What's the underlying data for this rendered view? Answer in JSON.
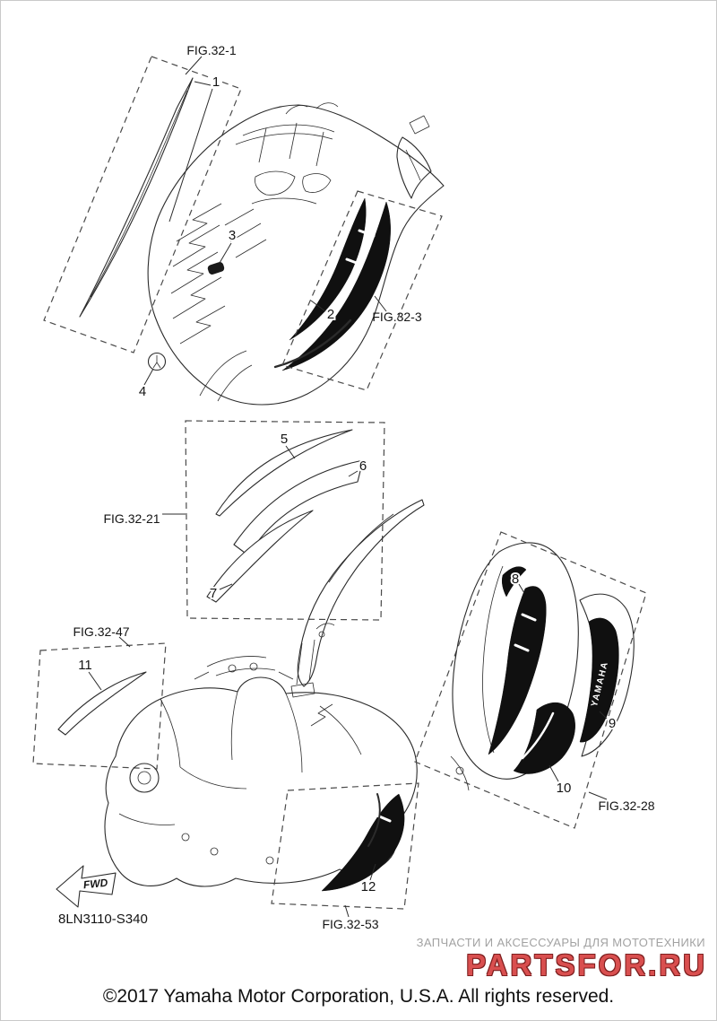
{
  "page": {
    "copyright": "©2017 Yamaha Motor Corporation, U.S.A. All rights reserved.",
    "part_code": "8LN3110-S340"
  },
  "fwd_arrow": {
    "label": "FWD"
  },
  "figure_labels": {
    "fig_32_1": "FIG.32-1",
    "fig_32_3": "FIG.32-3",
    "fig_32_21": "FIG.32-21",
    "fig_32_47": "FIG.32-47",
    "fig_32_28": "FIG.32-28",
    "fig_32_53": "FIG.32-53"
  },
  "callouts": {
    "c1": "1",
    "c2": "2",
    "c3": "3",
    "c4": "4",
    "c5": "5",
    "c6": "6",
    "c7": "7",
    "c8": "8",
    "c9": "9",
    "c10": "10",
    "c11": "11",
    "c12": "12"
  },
  "decals": {
    "yamaha_logo_text": "YAMAHA"
  },
  "watermark": {
    "tagline": "ЗАПЧАСТИ И АКСЕССУАРЫ ДЛЯ МОТОТЕХНИКИ",
    "brand": "PARTSFOR.RU"
  }
}
